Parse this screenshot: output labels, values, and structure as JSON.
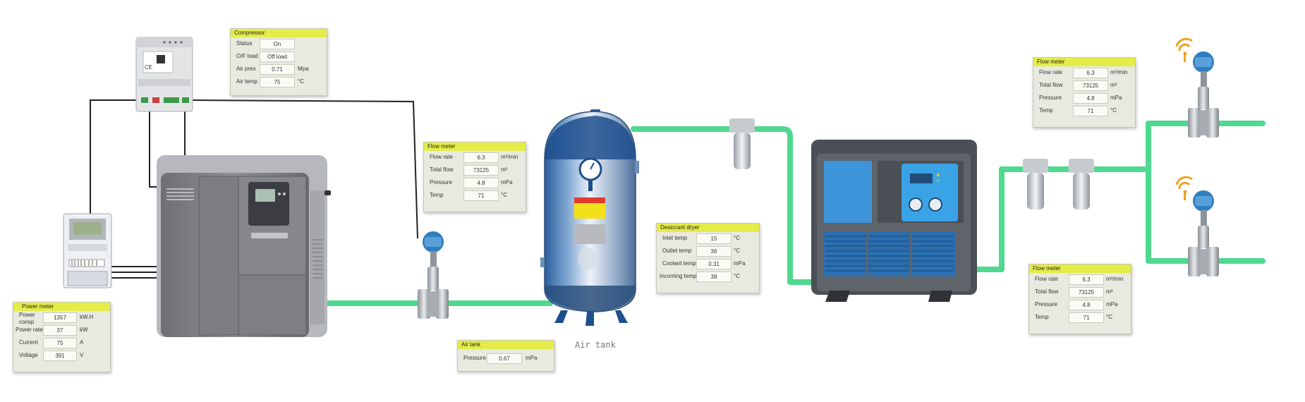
{
  "panels": {
    "compressor": {
      "title": "Compressor",
      "rows": [
        {
          "label": "Status",
          "value": "On",
          "unit": ""
        },
        {
          "label": "O/F load",
          "value": "Off load",
          "unit": ""
        },
        {
          "label": "Air pres",
          "value": "0.71",
          "unit": "Mpa"
        },
        {
          "label": "Air temp",
          "value": "75",
          "unit": "°C"
        }
      ]
    },
    "flow_meter_1": {
      "title": "Flow meter",
      "rows": [
        {
          "label": "Flow rate",
          "value": "6.3",
          "unit": "m³/min"
        },
        {
          "label": "Total flow",
          "value": "73125",
          "unit": "m³"
        },
        {
          "label": "Pressure",
          "value": "4.8",
          "unit": "mPa"
        },
        {
          "label": "Temp",
          "value": "71",
          "unit": "°C"
        }
      ]
    },
    "desiccant_dryer": {
      "title": "Desiccant dryer",
      "rows": [
        {
          "label": "Inlet temp",
          "value": "15",
          "unit": "°C"
        },
        {
          "label": "Outlet temp",
          "value": "36",
          "unit": "°C"
        },
        {
          "label": "Coolant temp",
          "value": "0.31",
          "unit": "mPa"
        },
        {
          "label": "Incoming temp",
          "value": "38",
          "unit": "°C"
        }
      ]
    },
    "flow_meter_2": {
      "title": "Flow meter",
      "rows": [
        {
          "label": "Flow rate",
          "value": "6.3",
          "unit": "m³/min"
        },
        {
          "label": "Total flow",
          "value": "73125",
          "unit": "m³"
        },
        {
          "label": "Pressure",
          "value": "4.8",
          "unit": "mPa"
        },
        {
          "label": "Temp",
          "value": "71",
          "unit": "°C"
        }
      ]
    },
    "flow_meter_3": {
      "title": "Flow meter",
      "rows": [
        {
          "label": "Flow rate",
          "value": "6.3",
          "unit": "m³/min"
        },
        {
          "label": "Total flow",
          "value": "73125",
          "unit": "m³"
        },
        {
          "label": "Pressure",
          "value": "4.8",
          "unit": "mPa"
        },
        {
          "label": "Temp",
          "value": "71",
          "unit": "°C"
        }
      ]
    },
    "power_meter": {
      "title": "Power meter",
      "rows": [
        {
          "label": "Power consp",
          "value": "1357",
          "unit": "kW.H"
        },
        {
          "label": "Power  rate",
          "value": "37",
          "unit": "kW"
        },
        {
          "label": "Current",
          "value": "75",
          "unit": "A"
        },
        {
          "label": "Voltage",
          "value": "391",
          "unit": "V"
        }
      ]
    },
    "air_tank": {
      "title": "Air tank",
      "rows": [
        {
          "label": "Pressure",
          "value": "0.67",
          "unit": "mPa"
        }
      ]
    }
  },
  "captions": {
    "air_tank": "Air tank"
  },
  "gateway": {
    "mark": "CE"
  },
  "colors": {
    "pipe": "#4fd88f",
    "panel_header": "#e4ec48",
    "panel_bg": "#e8eadf",
    "wifi": "#f0a020",
    "transmitter": "#2e7fc0"
  }
}
